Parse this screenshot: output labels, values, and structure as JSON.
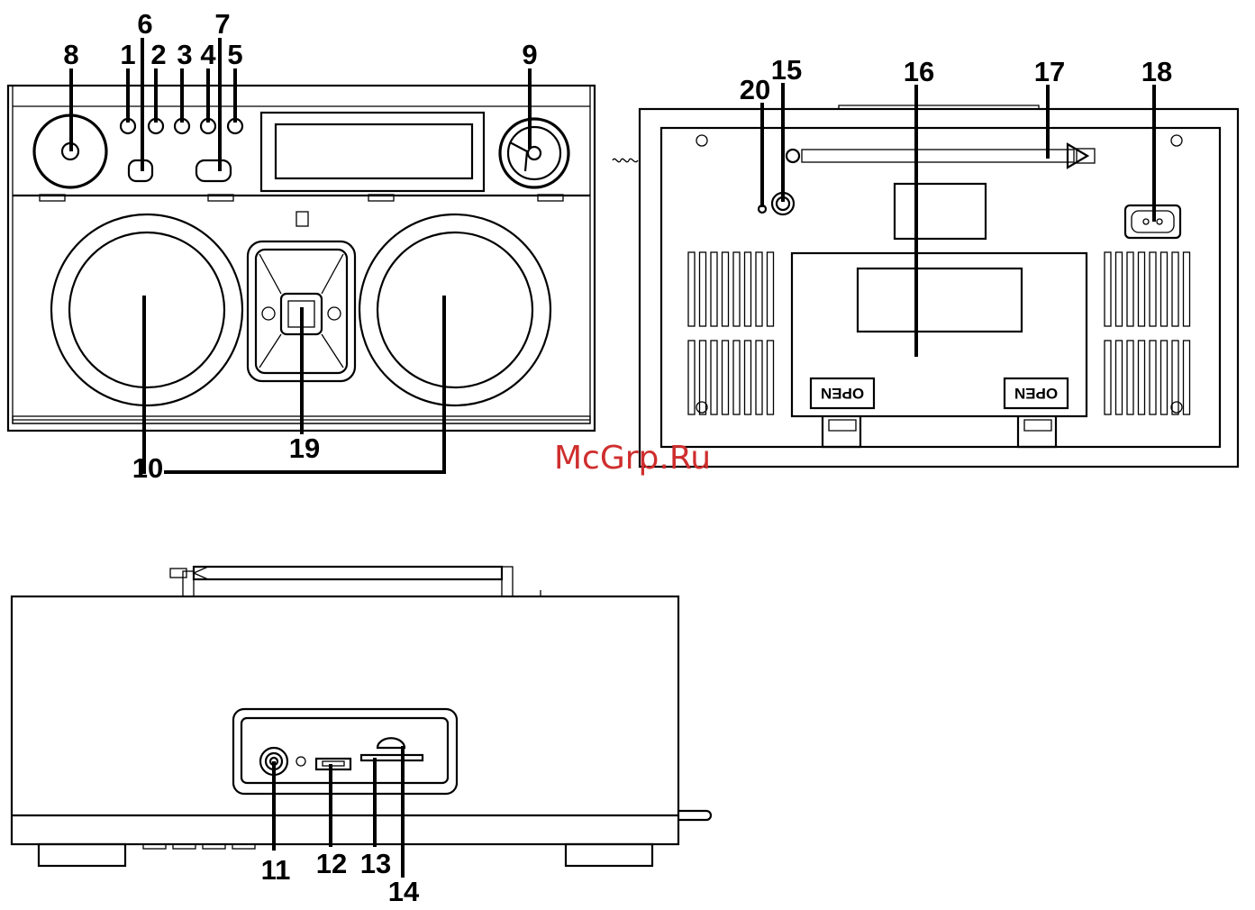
{
  "watermark": "McGrp.Ru",
  "open_label": "OPEN",
  "callouts": {
    "c1": "1",
    "c2": "2",
    "c3": "3",
    "c4": "4",
    "c5": "5",
    "c6": "6",
    "c7": "7",
    "c8": "8",
    "c9": "9",
    "c10": "10",
    "c11": "11",
    "c12": "12",
    "c13": "13",
    "c14": "14",
    "c15": "15",
    "c16": "16",
    "c17": "17",
    "c18": "18",
    "c19": "19",
    "c20": "20"
  }
}
